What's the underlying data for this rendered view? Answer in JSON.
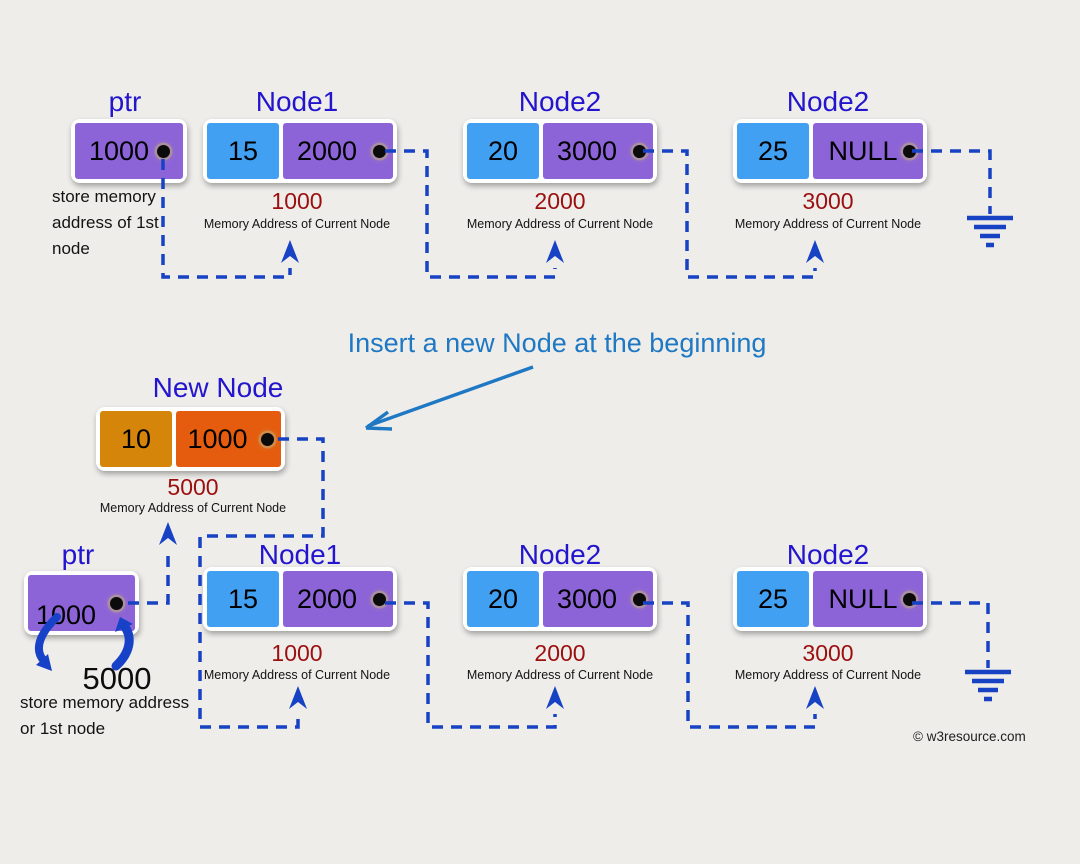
{
  "top": {
    "ptr": {
      "label": "ptr",
      "value": "1000",
      "note1": "store memory",
      "note2": "address of 1st",
      "note3": "node"
    },
    "node1": {
      "title": "Node1",
      "data": "15",
      "next": "2000",
      "address": "1000",
      "caption": "Memory Address of Current Node"
    },
    "node2": {
      "title": "Node2",
      "data": "20",
      "next": "3000",
      "address": "2000",
      "caption": "Memory Address of Current Node"
    },
    "node3": {
      "title": "Node2",
      "data": "25",
      "next": "NULL",
      "address": "3000",
      "caption": "Memory Address of Current Node"
    }
  },
  "middle": {
    "caption": "Insert a new Node at the beginning"
  },
  "bottom": {
    "new_node": {
      "title": "New Node",
      "data": "10",
      "next": "1000",
      "address": "5000",
      "caption": "Memory Address of Current Node"
    },
    "ptr": {
      "label": "ptr",
      "value": "1000",
      "new_value": "5000",
      "note1": "store memory address",
      "note2": "or 1st node"
    },
    "node1": {
      "title": "Node1",
      "data": "15",
      "next": "2000",
      "address": "1000",
      "caption": "Memory Address of Current Node"
    },
    "node2": {
      "title": "Node2",
      "data": "20",
      "next": "3000",
      "address": "2000",
      "caption": "Memory Address of Current Node"
    },
    "node3": {
      "title": "Node2",
      "data": "25",
      "next": "NULL",
      "address": "3000",
      "caption": "Memory Address of Current Node"
    }
  },
  "footer": {
    "copyright": "© w3resource.com"
  },
  "colors": {
    "background": "#eeedea",
    "node_pointer_cell": "#8d64d8",
    "node_data_cell": "#42a0f2",
    "new_node_data_cell": "#d5860a",
    "new_node_pointer_cell": "#e55c0e",
    "labels": "#2315cd",
    "connectors": "#1742c4",
    "addresses": "#9b0f0f",
    "insert_annotation": "#1e78c3"
  }
}
